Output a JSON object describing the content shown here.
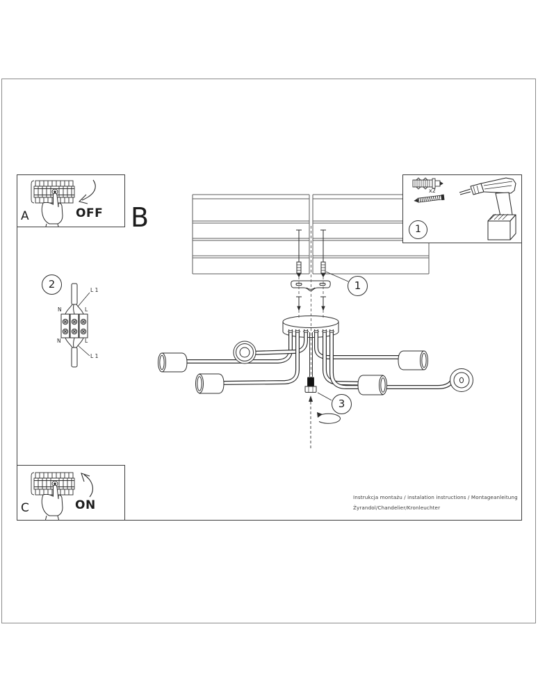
{
  "steps": {
    "a": {
      "label": "A",
      "switch_state": "OFF"
    },
    "b": {
      "label": "B"
    },
    "c": {
      "label": "C",
      "switch_state": "ON"
    }
  },
  "parts_box": {
    "callout": "1",
    "dowel_quantity": "x2"
  },
  "callouts": {
    "mounting_screws": "1",
    "terminal_block": "2",
    "finial_screw": "3"
  },
  "wiring": {
    "top_wire_label": "L 1",
    "bottom_wire_label": "L 1",
    "neutral_top": "N",
    "live_top": "L",
    "neutral_bottom": "N",
    "live_bottom": "L"
  },
  "footer": {
    "line1": "Instrukcja montażu / instalation instructions / Montageanleitung",
    "line2": "Żyrandol/Chandelier/Kronleuchter"
  },
  "icons": {
    "breaker": "circuit-breaker-panel",
    "hand": "pressing-hand",
    "arrow_down": "curved-arrow-down",
    "arrow_up": "curved-arrow-up",
    "drill": "cordless-drill",
    "wall_plug": "wall-plug-anchor",
    "screw": "mounting-screw",
    "rotation": "rotation-arrow"
  }
}
